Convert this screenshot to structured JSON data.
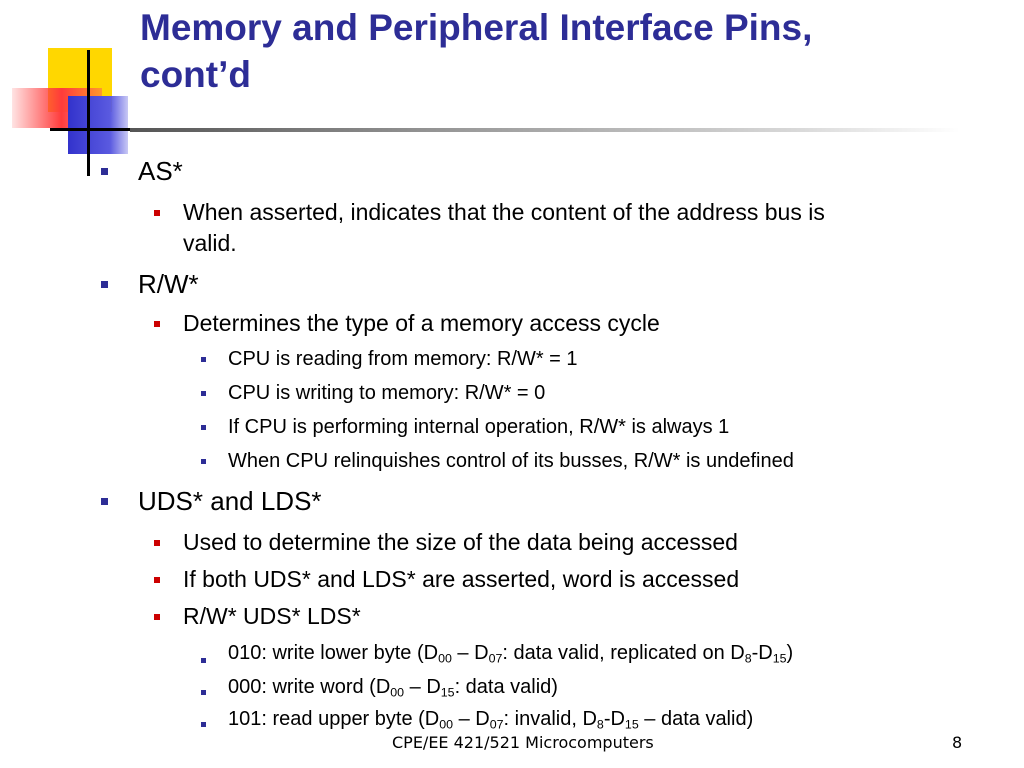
{
  "slide": {
    "title_line1": "Memory and Peripheral Interface Pins,",
    "title_line2": "cont’d",
    "accent_color": "#2d2d96",
    "bullet_red": "#cc0000",
    "items": {
      "as": "AS*",
      "as_desc_line1": "When asserted, indicates that the content of the address bus is",
      "as_desc_line2": "valid.",
      "rw": "R/W*",
      "rw_desc": "Determines the type of a memory access cycle",
      "rw_sub1": "CPU is reading from memory: R/W* = 1",
      "rw_sub2": "CPU is writing to memory: R/W* = 0",
      "rw_sub3": "If CPU is performing internal operation, R/W* is always 1",
      "rw_sub4": "When CPU relinquishes control of its busses, R/W* is undefined",
      "uds": "UDS* and LDS*",
      "uds_desc1": "Used to determine the size of the data being accessed",
      "uds_desc2": "If both UDS* and LDS* are asserted, word is accessed",
      "uds_desc3": "R/W* UDS* LDS*",
      "code1": {
        "prefix": "010: write lower byte (D",
        "s1": "00",
        "m1": " – D",
        "s2": "07",
        "m2": ": data valid, replicated on D",
        "s3": "8",
        "m3": "-D",
        "s4": "15",
        "suffix": ")"
      },
      "code2": {
        "prefix": "000: write word (D",
        "s1": "00",
        "m1": " – D",
        "s2": "15",
        "suffix": ": data valid)"
      },
      "code3": {
        "prefix": "101: read upper byte (D",
        "s1": "00",
        "m1": " – D",
        "s2": "07",
        "m2": ": invalid, D",
        "s3": "8",
        "m3": "-D",
        "s4": "15",
        "suffix": " – data valid)"
      }
    }
  },
  "footer": {
    "course": "CPE/EE 421/521 Microcomputers",
    "page_number": "8"
  }
}
